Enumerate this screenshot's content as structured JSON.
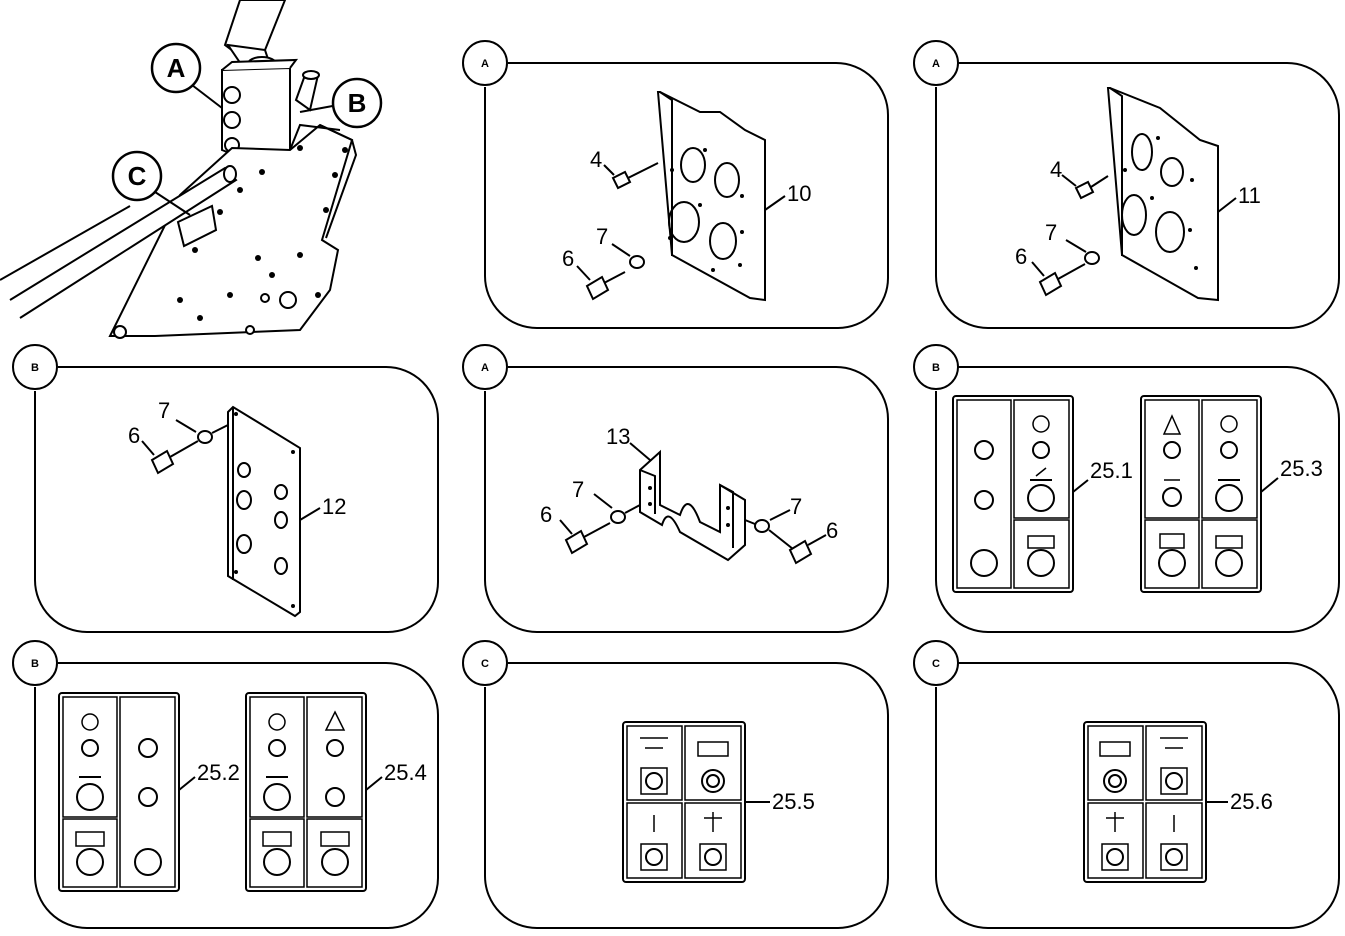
{
  "overview": {
    "labels": [
      "A",
      "B",
      "C"
    ]
  },
  "panels": [
    {
      "badge": "A",
      "callouts": [
        "4",
        "7",
        "6",
        "10"
      ]
    },
    {
      "badge": "A",
      "callouts": [
        "4",
        "7",
        "6",
        "11"
      ]
    },
    {
      "badge": "B",
      "callouts": [
        "7",
        "6",
        "12"
      ]
    },
    {
      "badge": "A",
      "callouts": [
        "13",
        "7",
        "6",
        "7",
        "6"
      ]
    },
    {
      "badge": "B",
      "callouts": [
        "25.1",
        "25.3"
      ]
    },
    {
      "badge": "B",
      "callouts": [
        "25.2",
        "25.4"
      ]
    },
    {
      "badge": "C",
      "callouts": [
        "25.5"
      ]
    },
    {
      "badge": "C",
      "callouts": [
        "25.6"
      ]
    }
  ]
}
